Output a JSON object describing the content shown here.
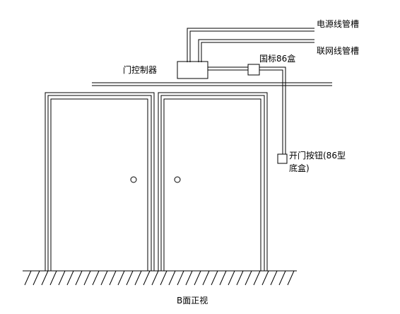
{
  "labels": {
    "power_conduit": "电源线管槽",
    "network_conduit": "联网线管槽",
    "door_controller": "门控制器",
    "junction_box": "国标86盒",
    "exit_button_line1": "开门按钮(86型",
    "exit_button_line2": "底盒)",
    "view_caption": "B面正视"
  },
  "colors": {
    "line": "#000000",
    "background": "#ffffff"
  }
}
